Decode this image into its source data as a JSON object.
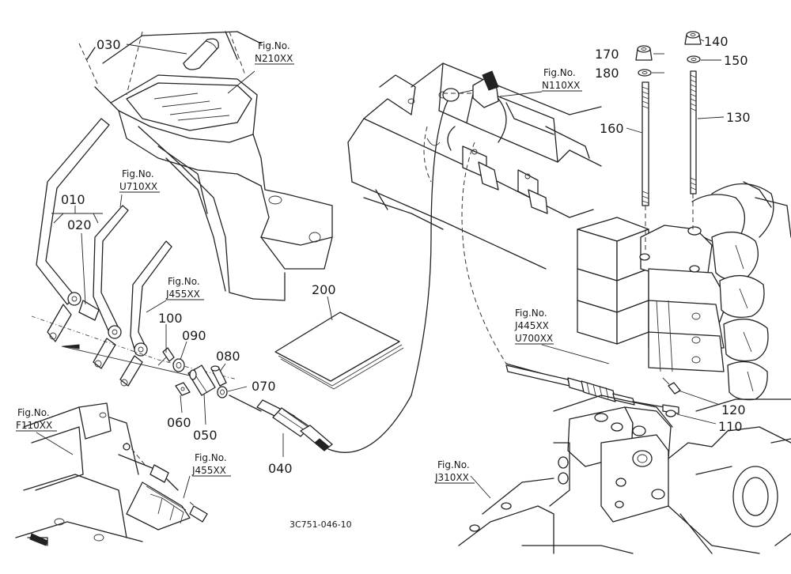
{
  "drawing_number": "3C751-046-10",
  "callouts": {
    "p010": "010",
    "p020": "020",
    "p030": "030",
    "p040": "040",
    "p050": "050",
    "p060": "060",
    "p070": "070",
    "p080": "080",
    "p090": "090",
    "p100": "100",
    "p110": "110",
    "p120": "120",
    "p130": "130",
    "p140": "140",
    "p150": "150",
    "p160": "160",
    "p170": "170",
    "p180": "180",
    "p200": "200"
  },
  "fig_refs": {
    "label": "Fig.No.",
    "n210": "N210XX",
    "u710": "U710XX",
    "j455_upper": "J455XX",
    "f110": "F110XX",
    "j455_lower": "J455XX",
    "n110": "N110XX",
    "j445": "J445XX",
    "u700": "U700XX",
    "j310": "J310XX"
  }
}
